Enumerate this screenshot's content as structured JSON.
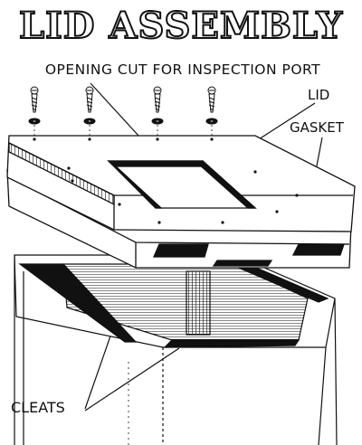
{
  "diagram": {
    "title": "LID ASSEMBLY",
    "labels": {
      "opening": "OPENING CUT FOR INSPECTION PORT",
      "lid": "LID",
      "gasket": "GASKET",
      "cleats": "CLEATS"
    },
    "screw_count": 4,
    "ink_color": "#111111",
    "paper_color": "#ffffff"
  }
}
